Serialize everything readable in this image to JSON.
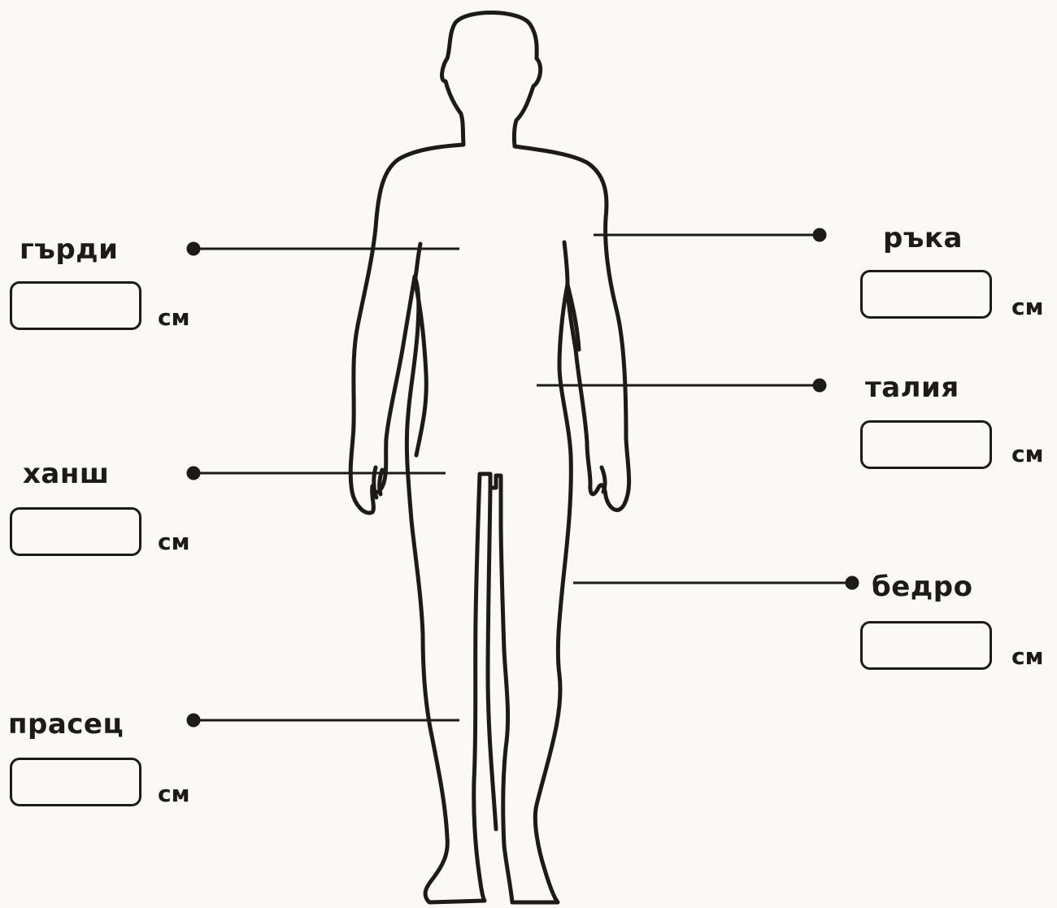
{
  "measurements": [
    {
      "id": "chest",
      "label": "гърди",
      "unit": "см",
      "value": ""
    },
    {
      "id": "hip",
      "label": "ханш",
      "unit": "см",
      "value": ""
    },
    {
      "id": "calf",
      "label": "прасец",
      "unit": "см",
      "value": ""
    },
    {
      "id": "arm",
      "label": "ръка",
      "unit": "см",
      "value": ""
    },
    {
      "id": "waist",
      "label": "талия",
      "unit": "см",
      "value": ""
    },
    {
      "id": "thigh",
      "label": "бедро",
      "unit": "см",
      "value": ""
    }
  ],
  "colors": {
    "background": "#faf9f7",
    "ink": "#1d1a17"
  }
}
